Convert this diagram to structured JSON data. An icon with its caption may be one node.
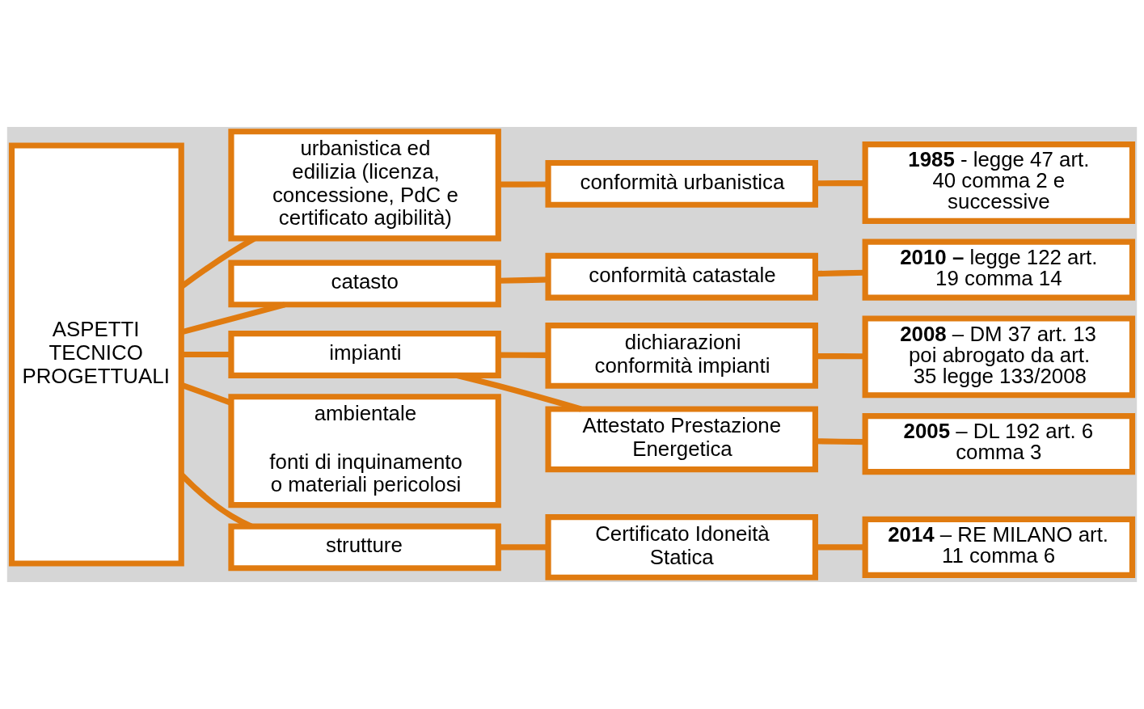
{
  "diagram": {
    "nodes": [
      {
        "text": [
          "ASPETTI TECNICO PROGETTUALI"
        ]
      },
      {
        "text": [
          "urbanistica ed edilizia (licenza, concessione, PdC e certificato agibilità)"
        ]
      },
      {
        "text": [
          "conformità urbanistica"
        ]
      },
      {
        "text": [
          "**1985** - legge 47 art. 40 comma 2 e successive"
        ]
      },
      {
        "text": [
          "catasto"
        ]
      },
      {
        "text": [
          "conformità catastale"
        ]
      },
      {
        "text": [
          "**2010 –** legge 122 art. 19 comma 14"
        ]
      },
      {
        "text": [
          "impianti"
        ]
      },
      {
        "text": [
          "dichiarazioni conformità impianti"
        ]
      },
      {
        "text": [
          "**2008** – DM 37 art. 13 poi abrogato da art. 35 legge 133/2008"
        ]
      },
      {
        "text": [
          "Attestato Prestazione Energetica"
        ]
      },
      {
        "text": [
          "**2005** – DL 192 art. 6 comma 3"
        ]
      },
      {
        "text": [
          "ambientale",
          "fonti di inquinamento o materiali pericolosi"
        ]
      },
      {
        "text": [
          "strutture"
        ]
      },
      {
        "text": [
          "Certificato Idoneità Statica"
        ]
      },
      {
        "text": [
          "**2014** – RE MILANO art. 11 comma 6"
        ]
      }
    ],
    "edges": [
      {
        "from": 0,
        "to": 1,
        "arrow": "none"
      },
      {
        "from": 0,
        "to": 4,
        "arrow": "none"
      },
      {
        "from": 0,
        "to": 7,
        "arrow": "none"
      },
      {
        "from": 0,
        "to": 12,
        "arrow": "none"
      },
      {
        "from": 0,
        "to": 13,
        "arrow": "none"
      },
      {
        "from": 1,
        "to": 2,
        "arrow": "none"
      },
      {
        "from": 2,
        "to": 3,
        "arrow": "none"
      },
      {
        "from": 4,
        "to": 5,
        "arrow": "none"
      },
      {
        "from": 5,
        "to": 6,
        "arrow": "none"
      },
      {
        "from": 7,
        "to": 8,
        "arrow": "none"
      },
      {
        "from": 8,
        "to": 9,
        "arrow": "none"
      },
      {
        "from": 7,
        "to": 10,
        "arrow": "none"
      },
      {
        "from": 10,
        "to": 11,
        "arrow": "none"
      },
      {
        "from": 13,
        "to": 14,
        "arrow": "none"
      },
      {
        "from": 14,
        "to": 15,
        "arrow": "none"
      }
    ]
  }
}
